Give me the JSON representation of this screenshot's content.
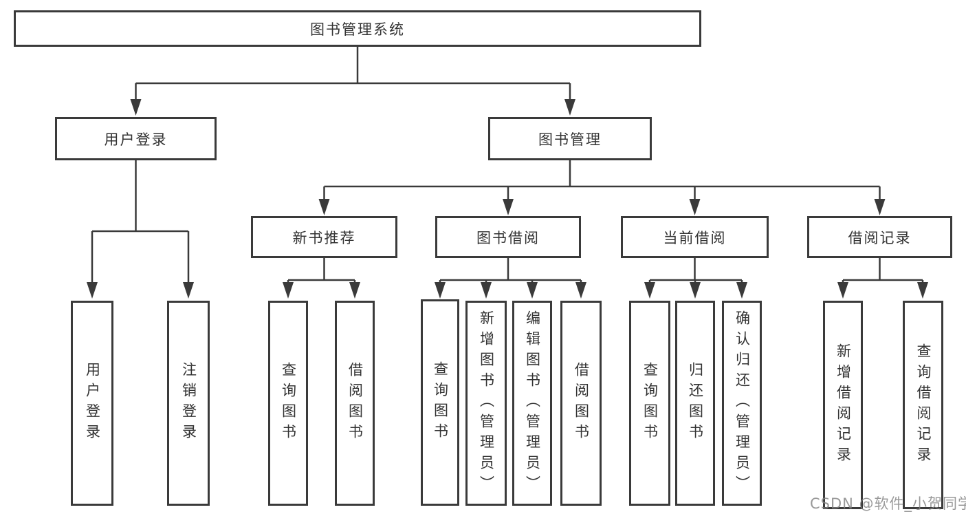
{
  "tree": {
    "root": {
      "label": "图书管理系统",
      "children": [
        {
          "label": "用户登录",
          "children": [
            {
              "label": "用户登录"
            },
            {
              "label": "注销登录"
            }
          ]
        },
        {
          "label": "图书管理",
          "children": [
            {
              "label": "新书推荐",
              "children": [
                {
                  "label": "查询图书"
                },
                {
                  "label": "借阅图书"
                }
              ]
            },
            {
              "label": "图书借阅",
              "children": [
                {
                  "label": "查询图书"
                },
                {
                  "label": "新增图书（管理员）"
                },
                {
                  "label": "编辑图书（管理员）"
                },
                {
                  "label": "借阅图书"
                }
              ]
            },
            {
              "label": "当前借阅",
              "children": [
                {
                  "label": "查询图书"
                },
                {
                  "label": "归还图书"
                },
                {
                  "label": "确认归还（管理员）"
                }
              ]
            },
            {
              "label": "借阅记录",
              "children": [
                {
                  "label": "新增借阅记录"
                },
                {
                  "label": "查询借阅记录"
                }
              ]
            }
          ]
        }
      ]
    }
  },
  "watermark": {
    "text": "CSDN @软件_小贺同学"
  },
  "colors": {
    "line": "#3a3a3a",
    "border": "#3a3a3a",
    "text": "#333333",
    "watermark": "#9a9a9a"
  }
}
